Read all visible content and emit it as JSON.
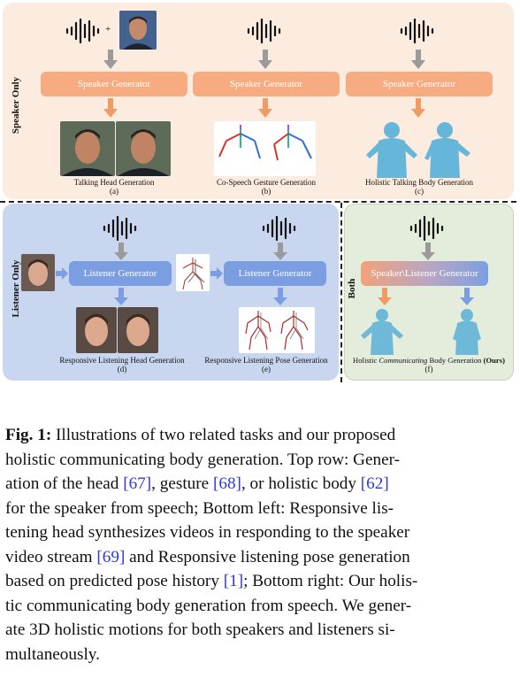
{
  "figure": {
    "side_labels": {
      "top": "Speaker Only",
      "bottom_left": "Listener Only",
      "bottom_right": "Both"
    },
    "generators": {
      "speaker": "Speaker Generator",
      "listener": "Listener Generator",
      "both": "Speaker\\Listener Generator"
    },
    "plus_sign": "+",
    "tasks": [
      {
        "caption": "Talking Head Generation",
        "sub": "(a)"
      },
      {
        "caption": "Co-Speech Gesture Generation",
        "sub": "(b)"
      },
      {
        "caption": "Holistic Talking Body Generation",
        "sub": "(c)"
      },
      {
        "caption": "Responsive Listening Head Generation",
        "sub": "(d)"
      },
      {
        "caption": "Responsive Listening Pose Generation",
        "sub": "(e)"
      },
      {
        "caption_pre": "Holistic ",
        "caption_em": "Communicating",
        "caption_post": " Body Generation ",
        "caption_ours": "(Ours)",
        "sub": "(f)"
      }
    ],
    "colors": {
      "orange": "#f6ac80",
      "blue": "#7b9ee2",
      "top_bg": "#fcebdf",
      "left_bg": "#c9d6ef",
      "right_bg": "#e4ecdb",
      "cite": "#2f3ad6"
    }
  },
  "caption": {
    "label": "Fig. 1:",
    "lines": [
      [
        " Illustrations of two related tasks and our proposed"
      ],
      [
        "holistic communicating body generation. Top row: Gener-"
      ],
      [
        "ation of the head ",
        "[67]",
        ", gesture ",
        "[68]",
        ", or holistic body ",
        "[62]"
      ],
      [
        "for the speaker from speech; Bottom left: Responsive lis-"
      ],
      [
        "tening head synthesizes videos in responding to the speaker"
      ],
      [
        "video stream ",
        "[69]",
        " and Responsive listening pose generation"
      ],
      [
        "based on predicted pose history ",
        "[1]",
        "; Bottom right: Our holis-"
      ],
      [
        "tic communicating body generation from speech. We gener-"
      ],
      [
        "ate 3D holistic motions for both speakers and listeners si-"
      ],
      [
        "multaneously."
      ]
    ],
    "l1": " Illustrations of two related tasks and our proposed",
    "l2": "holistic communicating body generation. Top row: Gener-",
    "l3a": "ation of the head ",
    "c67": "[67]",
    "l3b": ", gesture ",
    "c68": "[68]",
    "l3c": ", or holistic body ",
    "c62": "[62]",
    "l4": "for the speaker from speech; Bottom left: Responsive lis-",
    "l5": "tening head synthesizes videos in responding to the speaker",
    "l6a": "video stream ",
    "c69": "[69]",
    "l6b": " and Responsive listening pose generation",
    "l7a": "based on predicted pose history ",
    "c1": "[1]",
    "l7b": "; Bottom right: Our holis-",
    "l8": "tic communicating body generation from speech. We gener-",
    "l9": "ate 3D holistic motions for both speakers and listeners si-",
    "l10": "multaneously."
  }
}
